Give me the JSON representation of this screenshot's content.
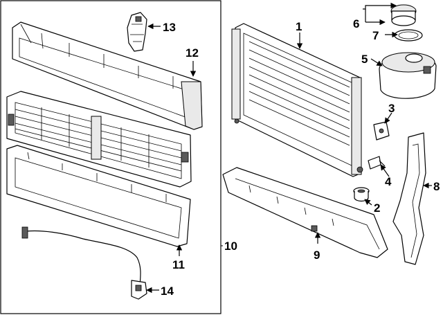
{
  "callouts": {
    "c1": "1",
    "c2": "2",
    "c3": "3",
    "c4": "4",
    "c5": "5",
    "c6": "6",
    "c7": "7",
    "c8": "8",
    "c9": "9",
    "c10": "10",
    "c11": "11",
    "c12": "12",
    "c13": "13",
    "c14": "14"
  },
  "colors": {
    "line": "#000000",
    "background": "#ffffff",
    "shade": "#e9e9e9"
  }
}
